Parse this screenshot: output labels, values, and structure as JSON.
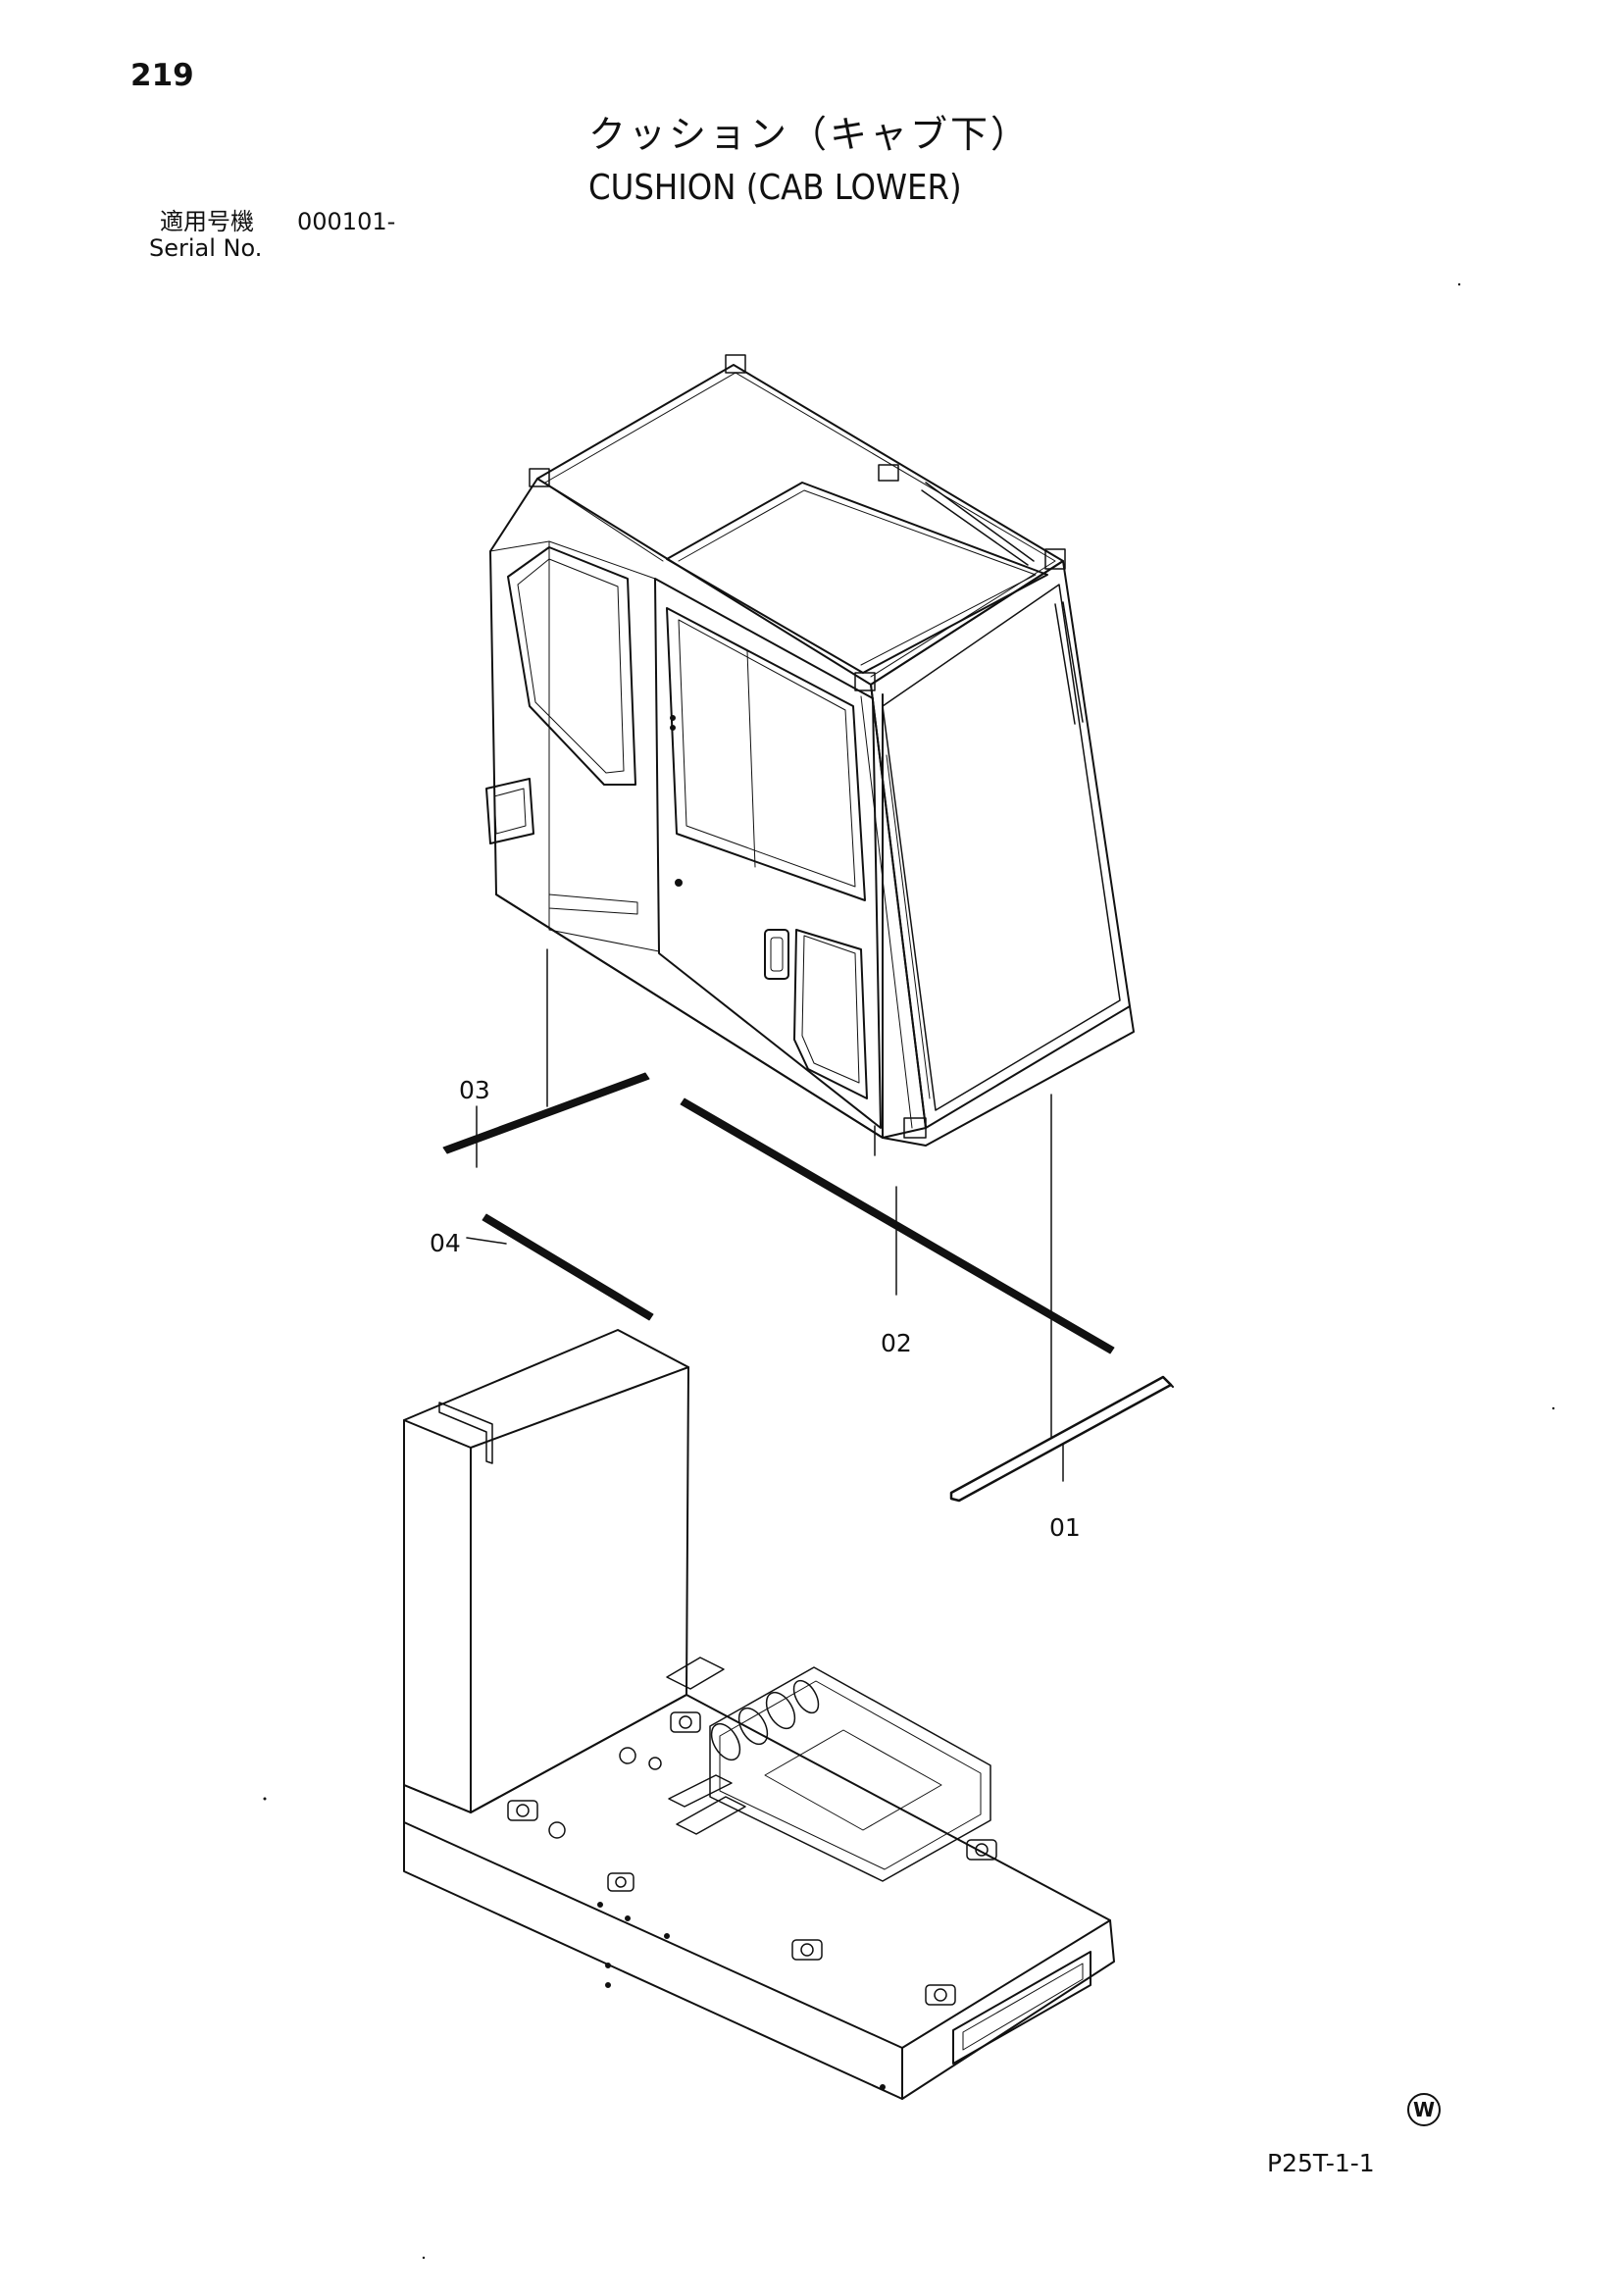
{
  "page_number": "219",
  "title_jp": "クッション（キャブ下）",
  "title_en": "CUSHION (CAB LOWER)",
  "serial": {
    "label_jp": "適用号機",
    "value": "000101-",
    "label_en": "Serial No."
  },
  "parts": {
    "p01": "01",
    "p02": "02",
    "p03": "03",
    "p04": "04"
  },
  "mark": "W",
  "figure_code": "P25T-1-1"
}
